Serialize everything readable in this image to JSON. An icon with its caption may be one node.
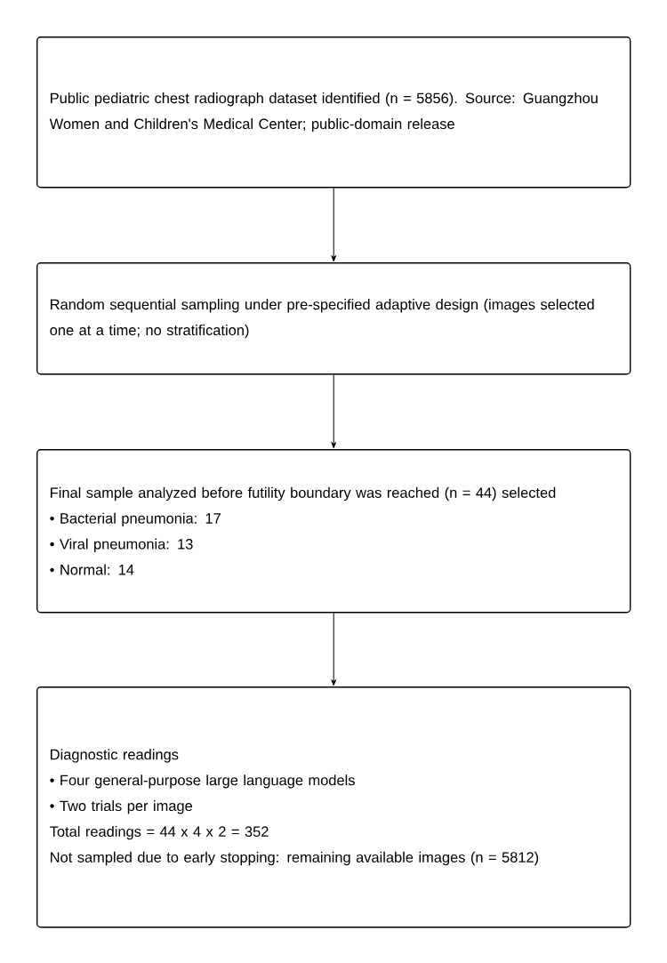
{
  "diagram": {
    "nodes": [
      {
        "text": [
          "Public pediatric chest radiograph dataset identified (n = 5856).  Source: Guangzhou Women and Children's Medical Center; public-domain release"
        ]
      },
      {
        "text": [
          "Random sequential sampling under pre-specified adaptive design (images selected one at a time; no stratification)"
        ]
      },
      {
        "text": [
          "Final sample analyzed before futility boundary was reached (n = 44) selected",
          "• Bacterial pneumonia: 17",
          "• Viral pneumonia: 13",
          "• Normal: 14"
        ]
      },
      {
        "text": [
          "Diagnostic readings",
          "• Four general-purpose large language models",
          "• Two trials per image",
          "Total readings = 44 x 4 x 2 = 352",
          "Not sampled due to early stopping: remaining available images (n = 5812)"
        ]
      }
    ],
    "edges": [
      {
        "from": 0,
        "to": 1,
        "arrow": "to"
      },
      {
        "from": 1,
        "to": 2,
        "arrow": "to"
      },
      {
        "from": 2,
        "to": 3,
        "arrow": "to"
      }
    ]
  }
}
